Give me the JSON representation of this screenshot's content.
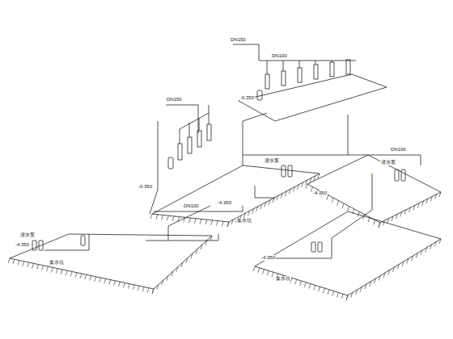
{
  "diagram": {
    "labels": [
      "DN150",
      "DN150",
      "DN100",
      "-0.350",
      "-0.350",
      "-4.350",
      "-4.350",
      "-4.350",
      "-4.350",
      "潜水泵",
      "潜水泵",
      "潜水泵",
      "集水坑",
      "集水坑",
      "集水坑",
      "DN100",
      "DN100"
    ]
  }
}
